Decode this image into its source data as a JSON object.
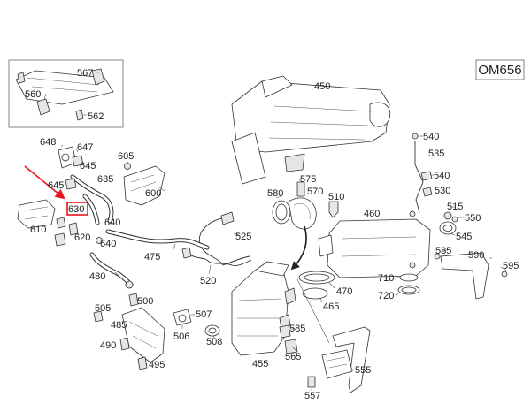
{
  "engine_badge": "OM656",
  "highlight_color": "#e8151b",
  "labels": {
    "l567": "567",
    "l560": "560",
    "l562": "562",
    "l450": "450",
    "l540a": "540",
    "l535": "535",
    "l540b": "540",
    "l530": "530",
    "l515": "515",
    "l550": "550",
    "l545": "545",
    "l460": "460",
    "l575": "575",
    "l570": "570",
    "l580": "580",
    "l510": "510",
    "l648": "648",
    "l647": "647",
    "l645a": "645",
    "l645b": "645",
    "l605": "605",
    "l635": "635",
    "l600": "600",
    "l630": "630",
    "l640a": "640",
    "l640b": "640",
    "l610": "610",
    "l620": "620",
    "l525": "525",
    "l475": "475",
    "l520": "520",
    "l480": "480",
    "l585a": "585",
    "l590": "590",
    "l595": "595",
    "l710": "710",
    "l720": "720",
    "l470": "470",
    "l465": "465",
    "l505": "505",
    "l500": "500",
    "l485": "485",
    "l490": "490",
    "l495": "495",
    "l507": "507",
    "l506": "506",
    "l508": "508",
    "l585b": "585",
    "l565": "565",
    "l455": "455",
    "l555": "555",
    "l557": "557"
  }
}
